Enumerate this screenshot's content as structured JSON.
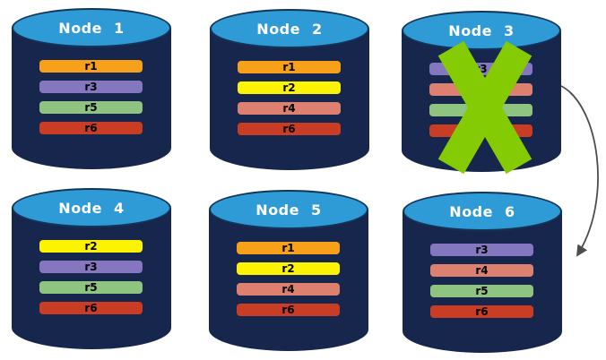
{
  "nodes": [
    {
      "title": "Node 1",
      "failed": false,
      "replicas": [
        {
          "label": "r1",
          "color": "#F7A11A"
        },
        {
          "label": "r3",
          "color": "#8476BF"
        },
        {
          "label": "r5",
          "color": "#8EC47F"
        },
        {
          "label": "r6",
          "color": "#C93D24"
        }
      ]
    },
    {
      "title": "Node 2",
      "failed": false,
      "replicas": [
        {
          "label": "r1",
          "color": "#F7A11A"
        },
        {
          "label": "r2",
          "color": "#FCF302"
        },
        {
          "label": "r4",
          "color": "#DE8070"
        },
        {
          "label": "r6",
          "color": "#C93D24"
        }
      ]
    },
    {
      "title": "Node 3",
      "failed": true,
      "replicas": [
        {
          "label": "r3",
          "color": "#8476BF"
        },
        {
          "label": "r4",
          "color": "#DE8070"
        },
        {
          "label": "r5",
          "color": "#8EC47F"
        },
        {
          "label": "r6",
          "color": "#C93D24"
        }
      ]
    },
    {
      "title": "Node 4",
      "failed": false,
      "replicas": [
        {
          "label": "r2",
          "color": "#FCF302"
        },
        {
          "label": "r3",
          "color": "#8476BF"
        },
        {
          "label": "r5",
          "color": "#8EC47F"
        },
        {
          "label": "r6",
          "color": "#C93D24"
        }
      ]
    },
    {
      "title": "Node 5",
      "failed": false,
      "replicas": [
        {
          "label": "r1",
          "color": "#F7A11A"
        },
        {
          "label": "r2",
          "color": "#FCF302"
        },
        {
          "label": "r4",
          "color": "#DE8070"
        },
        {
          "label": "r6",
          "color": "#C93D24"
        }
      ]
    },
    {
      "title": "Node 6",
      "failed": false,
      "replicas": [
        {
          "label": "r3",
          "color": "#8476BF"
        },
        {
          "label": "r4",
          "color": "#DE8070"
        },
        {
          "label": "r5",
          "color": "#8EC47F"
        },
        {
          "label": "r6",
          "color": "#C93D24"
        }
      ]
    }
  ],
  "failure_mark": {
    "node": "Node 3",
    "color": "#84CB04"
  },
  "arrow": {
    "from": "Node 3",
    "to": "Node 6",
    "color": "#4D4D4D"
  },
  "style": {
    "cylinder_body": "#17264C",
    "cylinder_top": "#2E9AD6",
    "cylinder_top_border": "#14355A"
  }
}
